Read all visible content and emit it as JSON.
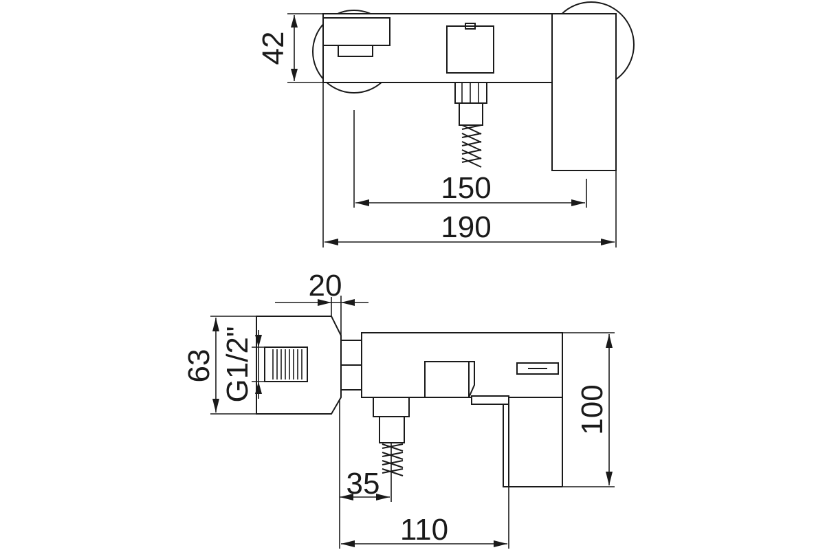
{
  "dimensions": {
    "top_height": "42",
    "inner_width": "150",
    "overall_width": "190",
    "flange_depth": "20",
    "flange_diameter": "63",
    "thread": "G1/2\"",
    "outlet_offset": "35",
    "projection": "110",
    "lever_height": "100"
  }
}
